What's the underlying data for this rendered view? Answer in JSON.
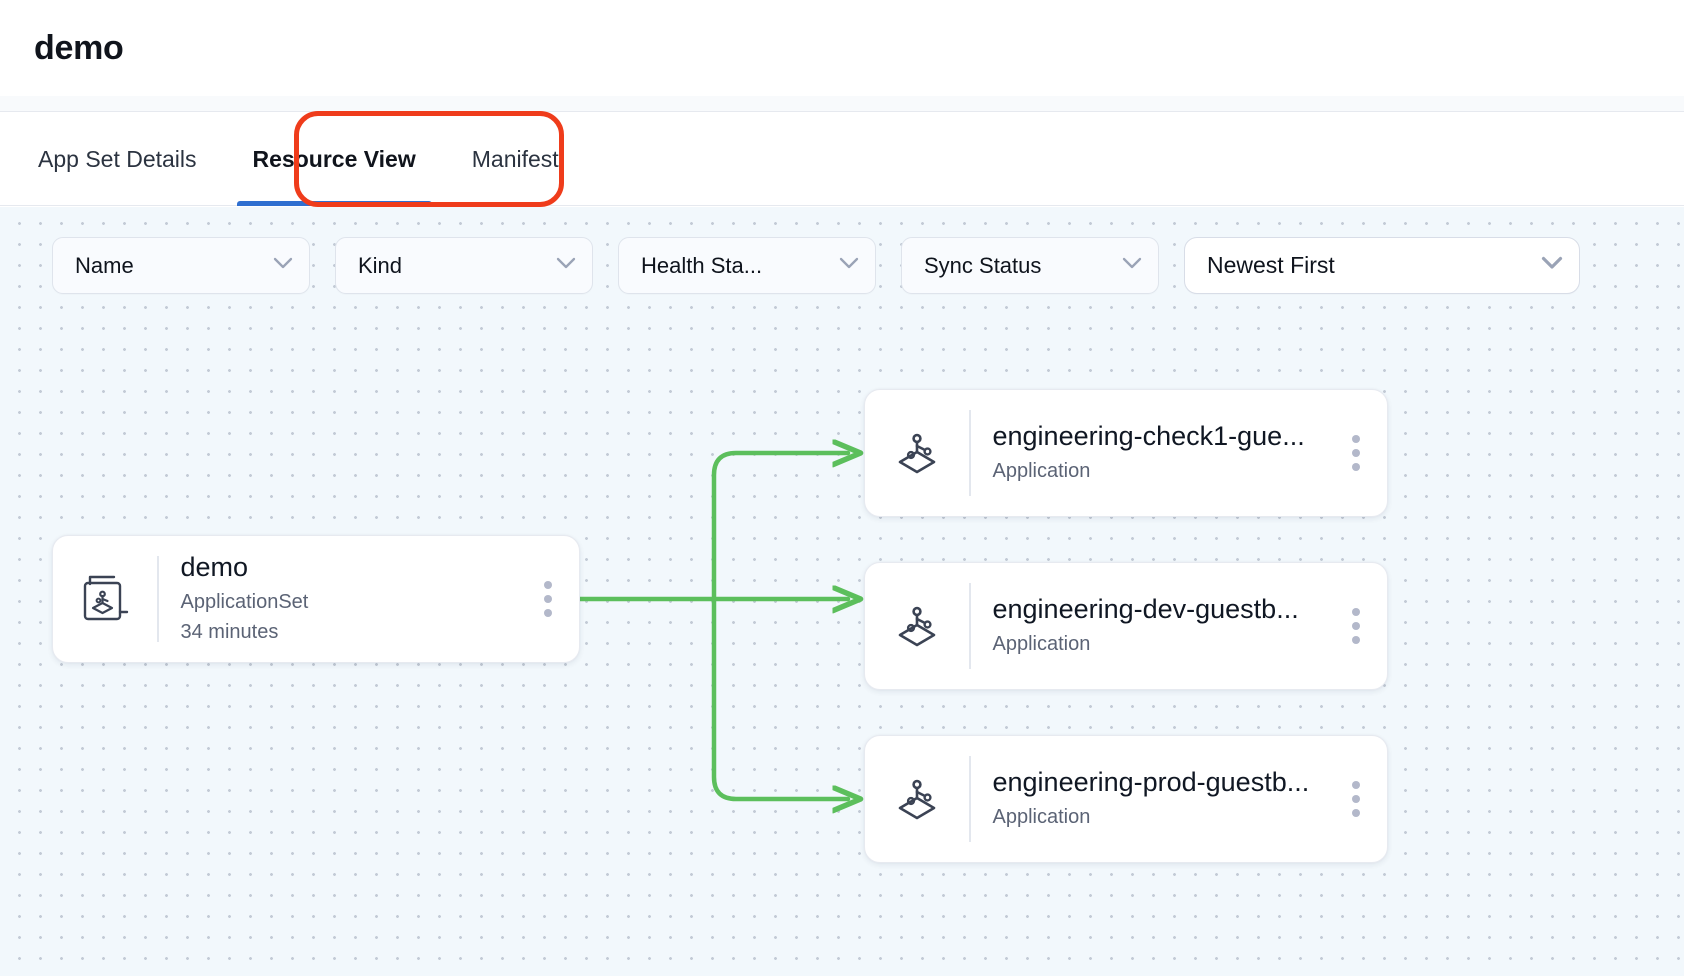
{
  "header": {
    "title": "demo"
  },
  "tabs": [
    {
      "label": "App Set Details",
      "active": false
    },
    {
      "label": "Resource View",
      "active": true
    },
    {
      "label": "Manifest",
      "active": false
    }
  ],
  "annotation": {
    "target": "Resource View",
    "color": "#ef3c1b"
  },
  "filters": [
    {
      "name": "name-filter",
      "label": "Name",
      "variant": "tinted"
    },
    {
      "name": "kind-filter",
      "label": "Kind",
      "variant": "tinted"
    },
    {
      "name": "health-status-filter",
      "label": "Health Sta...",
      "variant": "tinted"
    },
    {
      "name": "sync-status-filter",
      "label": "Sync Status",
      "variant": "tinted"
    },
    {
      "name": "sort-order-select",
      "label": "Newest First",
      "variant": "plain"
    }
  ],
  "graph": {
    "edge_color": "#5cbf5c",
    "root": {
      "title": "demo",
      "kind": "ApplicationSet",
      "age": "34 minutes",
      "icon": "applicationset-icon",
      "menu": "kebab-menu-icon"
    },
    "children": [
      {
        "title": "engineering-check1-gue...",
        "kind": "Application",
        "icon": "application-icon",
        "menu": "kebab-menu-icon"
      },
      {
        "title": "engineering-dev-guestb...",
        "kind": "Application",
        "icon": "application-icon",
        "menu": "kebab-menu-icon"
      },
      {
        "title": "engineering-prod-guestb...",
        "kind": "Application",
        "icon": "application-icon",
        "menu": "kebab-menu-icon"
      }
    ]
  },
  "colors": {
    "canvas_bg": "#f2f8fc",
    "dot_grid": "#c3cbd6",
    "active_tab_underline": "#2f6fd0",
    "annotation_red": "#ef3c1b",
    "edge_green": "#5cbf5c"
  }
}
